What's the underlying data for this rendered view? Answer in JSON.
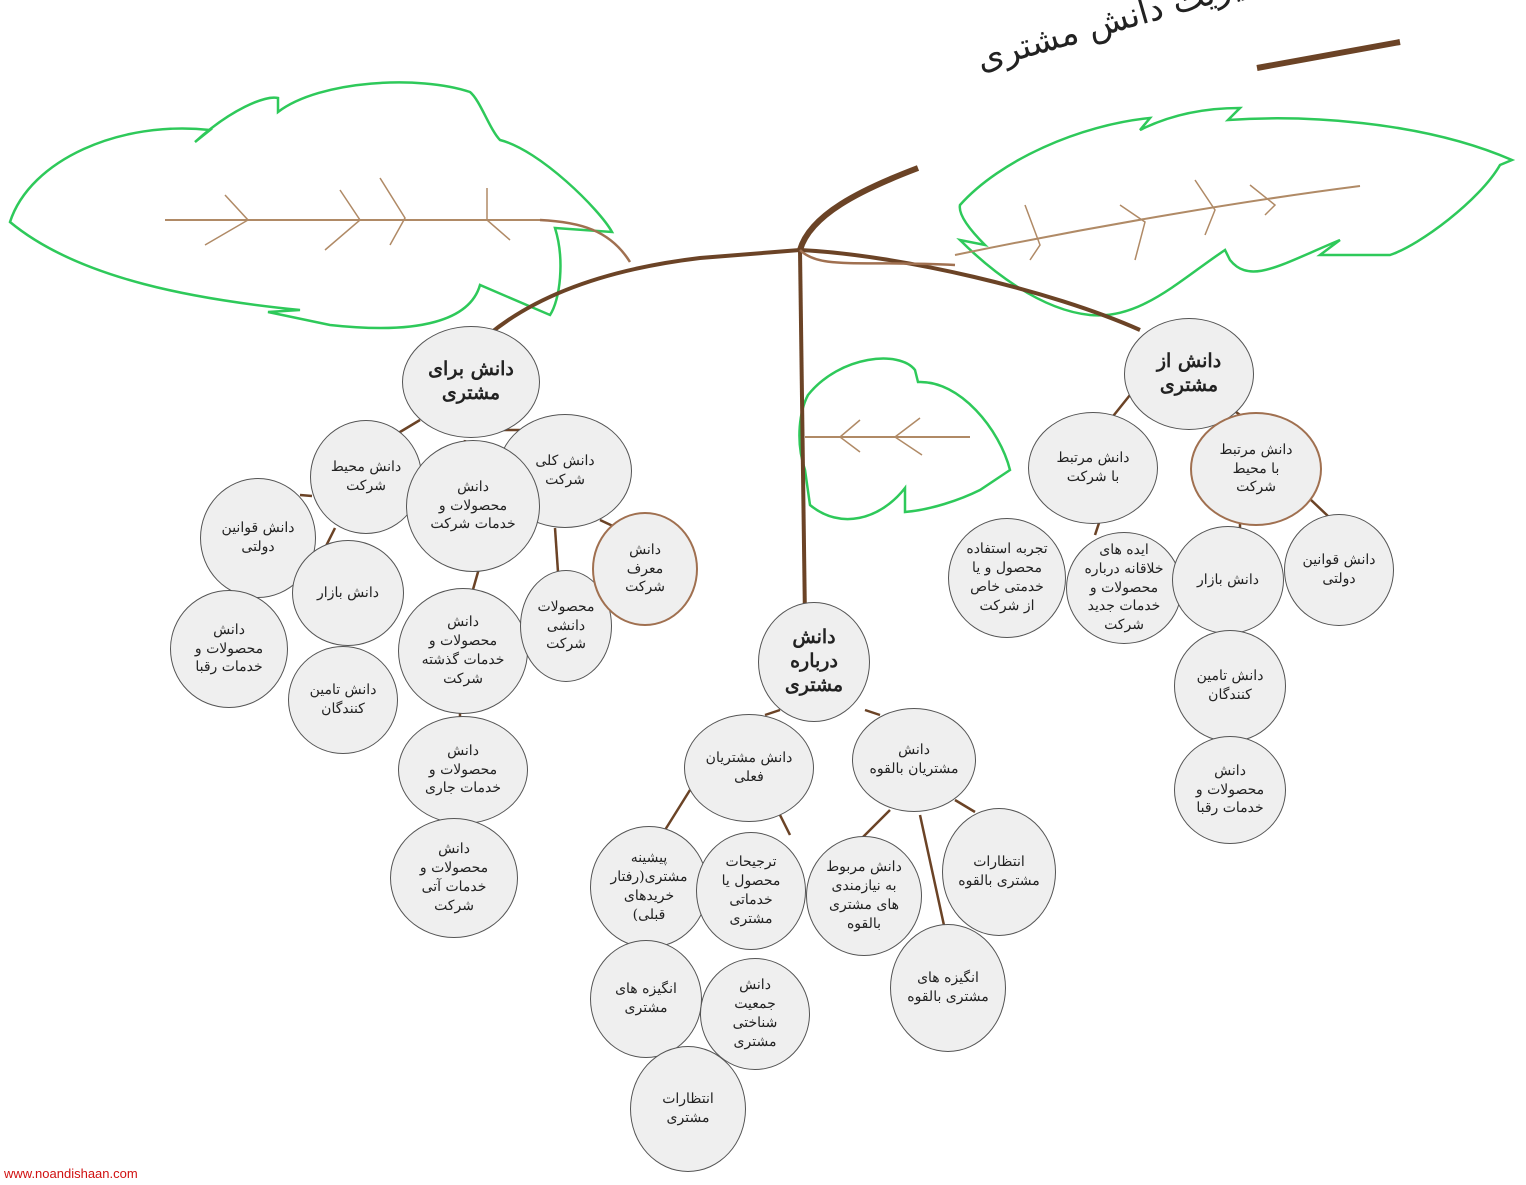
{
  "title": "مدیریت دانش مشتری",
  "watermark": "www.noandishaan.com",
  "colors": {
    "branch": "#6b4326",
    "leaf": "#2ec95a",
    "vein": "#b08a66",
    "node_fill": "#efefef"
  },
  "nodes": {
    "main_for": "دانش برای\nمشتری",
    "main_from": "دانش از\nمشتری",
    "main_about": "دانش\nدرباره\nمشتری",
    "for_env": "دانش محیط\nشرکت",
    "for_general": "دانش کلی\nشرکت",
    "for_products": "دانش\nمحصولات و\nخدمات شرکت",
    "for_laws": "دانش قوانین\nدولتی",
    "for_market": "دانش بازار",
    "for_competitors": "دانش\nمحصولات و\nخدمات رقبا",
    "for_suppliers": "دانش تامین\nکنندگان",
    "for_past": "دانش\nمحصولات و\nخدمات گذشته\nشرکت",
    "for_current": "دانش\nمحصولات و\nخدمات جاری",
    "for_future": "دانش\nمحصولات و\nخدمات آتی\nشرکت",
    "for_knowledge_products": "محصولات\nدانشی\nشرکت",
    "for_introducer": "دانش\nمعرف\nشرکت",
    "from_company": "دانش مرتبط\nبا شرکت",
    "from_env": "دانش مرتبط\nبا محیط\nشرکت",
    "from_experience": "تجربه استفاده\nمحصول و یا\nخدمتی خاص\nاز شرکت",
    "from_ideas": "ایده های\nخلاقانه درباره\nمحصولات و\nخدمات جدید\nشرکت",
    "from_market": "دانش بازار",
    "from_laws": "دانش قوانین\nدولتی",
    "from_suppliers": "دانش تامین\nکنندگان",
    "from_competitors": "دانش\nمحصولات و\nخدمات رقبا",
    "about_current": "دانش مشتریان\nفعلی",
    "about_potential": "دانش\nمشتریان بالقوه",
    "about_history": "پیشینه\nمشتری(رفتار\nخریدهای\nقبلی)",
    "about_preferences": "ترجیحات\nمحصول یا\nخدماتی\nمشتری",
    "about_motives": "انگیزه های\nمشتری",
    "about_demographic": "دانش\nجمعیت\nشناختی\nمشتری",
    "about_expectations": "انتظارات\nمشتری",
    "about_needs": "دانش مربوط\nبه نیازمندی\nهای مشتری\nبالقوه",
    "about_pot_expectations": "انتظارات\nمشتری بالقوه",
    "about_pot_motives": "انگیزه های\nمشتری بالقوه"
  }
}
